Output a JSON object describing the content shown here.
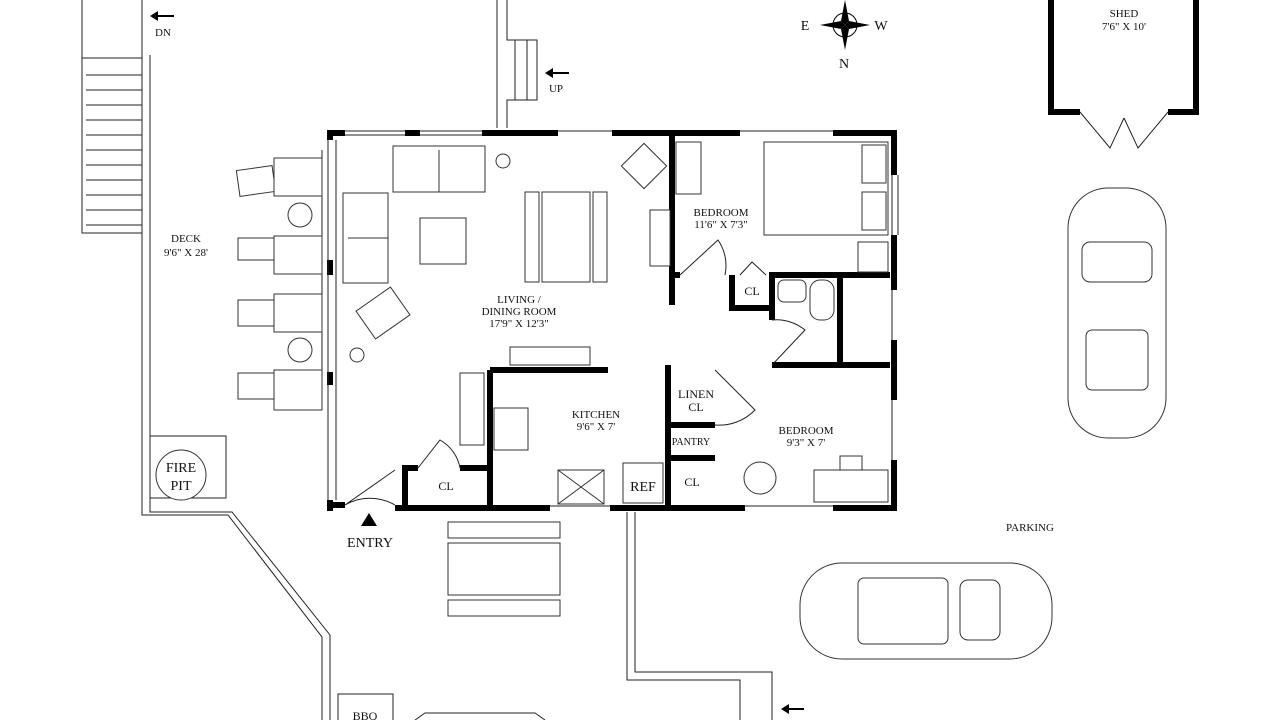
{
  "plan": {
    "stairs": {
      "down": "DN",
      "up": "UP"
    },
    "compass": {
      "east": "E",
      "west": "W",
      "north": "N"
    },
    "shed": {
      "name": "SHED",
      "size": "7'6\"  X  10'"
    },
    "deck": {
      "name": "DECK",
      "size": "9'6\"  X  28'"
    },
    "living": {
      "name1": "LIVING /",
      "name2": "DINING ROOM",
      "size": "17'9\"  X  12'3\""
    },
    "bedroom1": {
      "name": "BEDROOM",
      "size": "11'6\"  X  7'3\""
    },
    "bedroom2": {
      "name": "BEDROOM",
      "size": "9'3\"  X  7'"
    },
    "kitchen": {
      "name": "KITCHEN",
      "size": "9'6\"  X  7'"
    },
    "closet_bed1": "CL",
    "linen": {
      "line1": "LINEN",
      "line2": "CL"
    },
    "pantry": "PANTRY",
    "closet_bed2": "CL",
    "closet_entry": "CL",
    "ref": "REF",
    "fire_pit": {
      "line1": "FIRE",
      "line2": "PIT"
    },
    "entry": "ENTRY",
    "parking": "PARKING",
    "bbq": "BBQ"
  }
}
